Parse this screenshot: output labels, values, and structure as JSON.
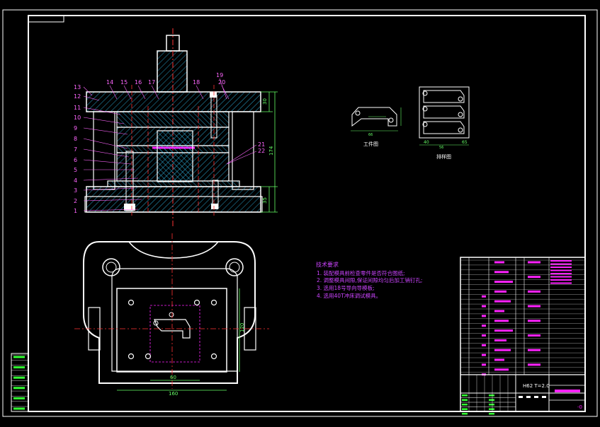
{
  "colors": {
    "background": "#000000",
    "frame": "#ffffff",
    "part_label": "#ff66ff",
    "hatch": "#33ccff",
    "dimension": "#66ff66",
    "centerline": "#ff3333",
    "notes": "#cc44ff",
    "accent_green": "#33ff33",
    "magenta": "#ff22ff",
    "yellow": "#ffff66"
  },
  "part_numbers_left": [
    "13",
    "12",
    "11",
    "10",
    "9",
    "8",
    "7",
    "6",
    "5",
    "4",
    "3",
    "2",
    "1"
  ],
  "part_numbers_top": [
    "14",
    "15",
    "16",
    "17",
    "18",
    "19",
    "20"
  ],
  "part_numbers_right": [
    "21",
    "22"
  ],
  "dims": {
    "top_plate": "30",
    "total_height": "174",
    "bottom_plate": "35",
    "plan_inner_width": "60",
    "plan_outer_width": "160",
    "plan_height": "120",
    "workpiece_width": "66",
    "strip_pitch": "56",
    "strip_width": "65",
    "strip_edge": "40"
  },
  "workpiece_label": "工件图",
  "strip_label": "排样图",
  "notes": {
    "title": "技术要求",
    "items": [
      "1. 装配模具前检查零件是否符合图纸;",
      "2. 调整模具间隙,保证间隙均匀后加工销钉孔;",
      "3. 选用18号导向导模板;",
      "4. 选用40T冲床调试模具。"
    ]
  },
  "title_block": {
    "material_note": "H62 T=2.0",
    "code": "-0"
  }
}
